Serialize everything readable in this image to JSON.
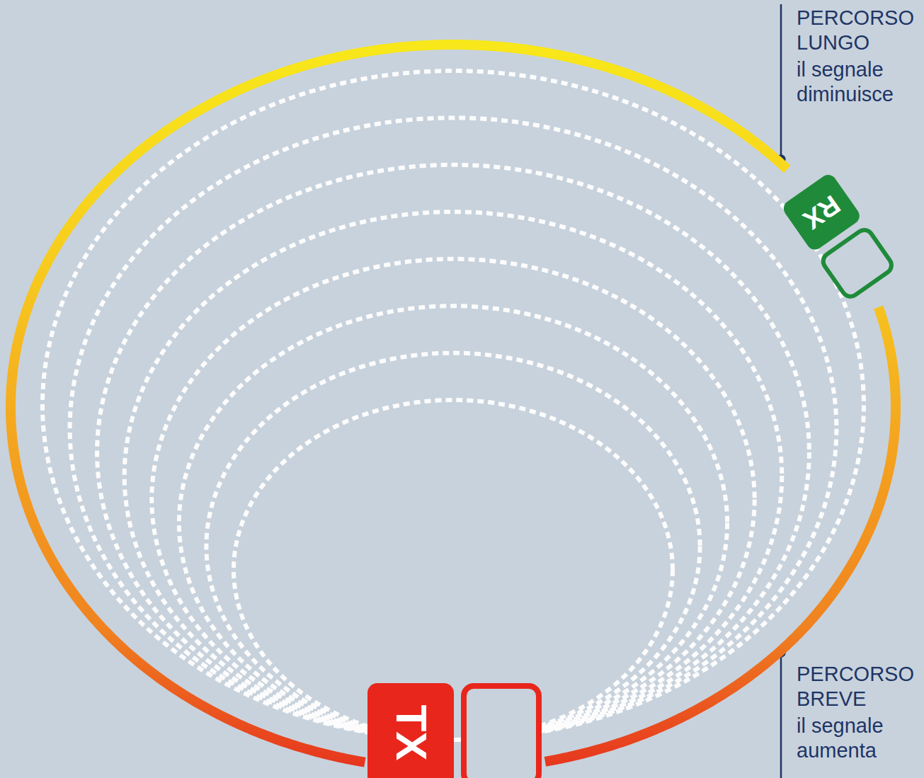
{
  "diagram": {
    "nodes": [
      {
        "text": [
          "TX"
        ]
      },
      {
        "text": [
          "RX"
        ]
      }
    ],
    "edges": [
      {
        "from": 0,
        "to": 1,
        "arrow": "none"
      },
      {
        "from": 0,
        "to": 1,
        "arrow": "none"
      }
    ],
    "labels": [
      "PERCORSO LUNGO",
      "il segnale diminuisce",
      "PERCORSO BREVE",
      "il segnale aumenta"
    ]
  }
}
